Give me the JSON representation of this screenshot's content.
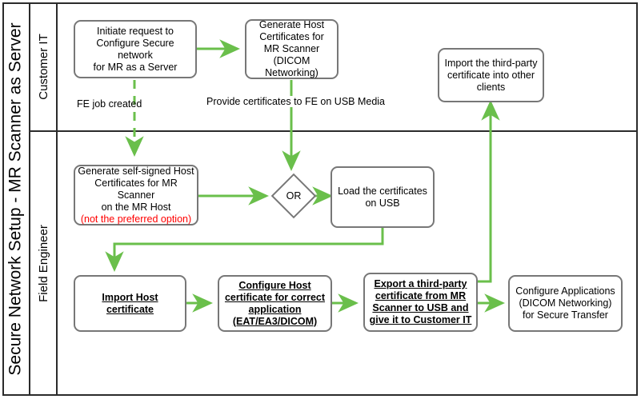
{
  "diagram": {
    "title": "Secure Network Setup - MR Scanner as Server",
    "lanes": [
      {
        "id": "customer-it",
        "label": "Customer IT"
      },
      {
        "id": "field-engineer",
        "label": "Field Engineer"
      }
    ],
    "colors": {
      "frame": "#2b2b2b",
      "node_border": "#777777",
      "flow_green": "#6abf4b",
      "warning_red": "#ff0000",
      "background": "#ffffff"
    },
    "nodes": [
      {
        "id": "initiate-request",
        "lane": "customer-it",
        "shape": "process",
        "text": "Initiate request to\nConfigure Secure network\nfor MR as a Server"
      },
      {
        "id": "generate-host-certificates",
        "lane": "customer-it",
        "shape": "process",
        "text": "Generate Host\nCertificates for\nMR Scanner\n(DICOM Networking)"
      },
      {
        "id": "import-third-party-certificate",
        "lane": "customer-it",
        "shape": "process",
        "text": "Import the third-party\ncertificate into other\nclients"
      },
      {
        "id": "generate-self-signed",
        "lane": "field-engineer",
        "shape": "process",
        "text": "Generate self-signed Host\nCertificates for MR Scanner\non the MR Host",
        "note": "(not the preferred option)",
        "note_color": "#ff0000"
      },
      {
        "id": "or-decision",
        "lane": "field-engineer",
        "shape": "decision",
        "text": "OR"
      },
      {
        "id": "load-certificates-usb",
        "lane": "field-engineer",
        "shape": "process",
        "text": "Load the certificates\non USB"
      },
      {
        "id": "import-host-certificate",
        "lane": "field-engineer",
        "shape": "process",
        "emphasis": true,
        "text": "Import Host\ncertificate"
      },
      {
        "id": "configure-host-certificate",
        "lane": "field-engineer",
        "shape": "process",
        "emphasis": true,
        "text": "Configure Host\ncertificate for correct\napplication\n(EAT/EA3/DICOM)"
      },
      {
        "id": "export-third-party-certificate",
        "lane": "field-engineer",
        "shape": "process",
        "emphasis": true,
        "text": "Export a third-party\ncertificate from MR\nScanner to USB and\ngive it to Customer IT"
      },
      {
        "id": "configure-applications",
        "lane": "field-engineer",
        "shape": "process",
        "text": "Configure Applications\n(DICOM Networking)\nfor Secure Transfer"
      }
    ],
    "edge_labels": [
      {
        "id": "fe-job-created",
        "text": "FE job created"
      },
      {
        "id": "provide-certificates",
        "text": "Provide certificates to FE on USB Media"
      }
    ]
  }
}
